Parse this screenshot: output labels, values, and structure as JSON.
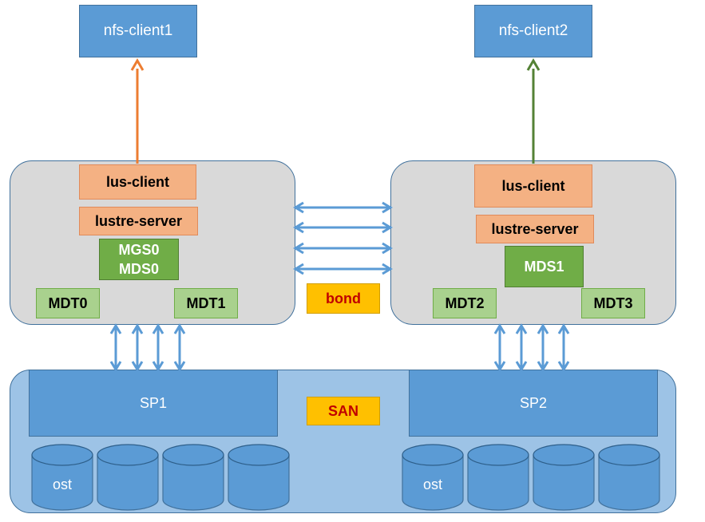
{
  "clients": [
    {
      "label": "nfs-client1"
    },
    {
      "label": "nfs-client2"
    }
  ],
  "left_node": {
    "lus_client": "lus-client",
    "lustre_server": "lustre-server",
    "mgs_mds_line1": "MGS0",
    "mgs_mds_line2": "MDS0",
    "mdt_a": "MDT0",
    "mdt_b": "MDT1"
  },
  "right_node": {
    "lus_client": "lus-client",
    "lustre_server": "lustre-server",
    "mds": "MDS1",
    "mdt_a": "MDT2",
    "mdt_b": "MDT3"
  },
  "bond_label": "bond",
  "san": {
    "label": "SAN",
    "sp_left": "SP1",
    "sp_right": "SP2",
    "ost_label": "ost"
  },
  "colors": {
    "arrow_left_client": "#ed7d31",
    "arrow_right_client": "#548235",
    "link_arrows": "#5b9bd5"
  }
}
